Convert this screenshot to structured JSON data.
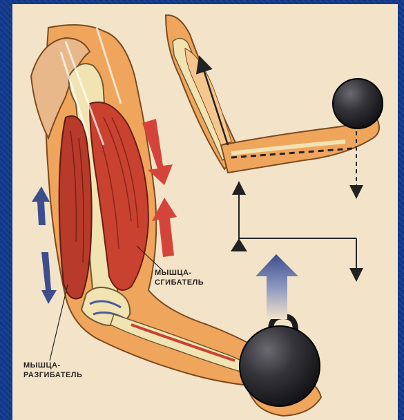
{
  "labels": {
    "flexor_line1": "МЫШЦА-",
    "flexor_line2": "СГИБАТЕЛЬ",
    "extensor_line1": "МЫШЦА-",
    "extensor_line2": "РАЗГИБАТЕЛЬ"
  },
  "colors": {
    "slide_background": "#123a8c",
    "illustration_background": "#f3e4c9",
    "skin": "#f0a55c",
    "muscle": "#c8422f",
    "bone": "#f2e3b3",
    "ball": "#2b2b2e",
    "arrow_red": "#d5443a",
    "arrow_blue": "#3d4e8c"
  },
  "icons": [
    "arm-anatomy-illustration",
    "lever-diagram",
    "kettlebell-icon",
    "weight-ball-icon"
  ]
}
